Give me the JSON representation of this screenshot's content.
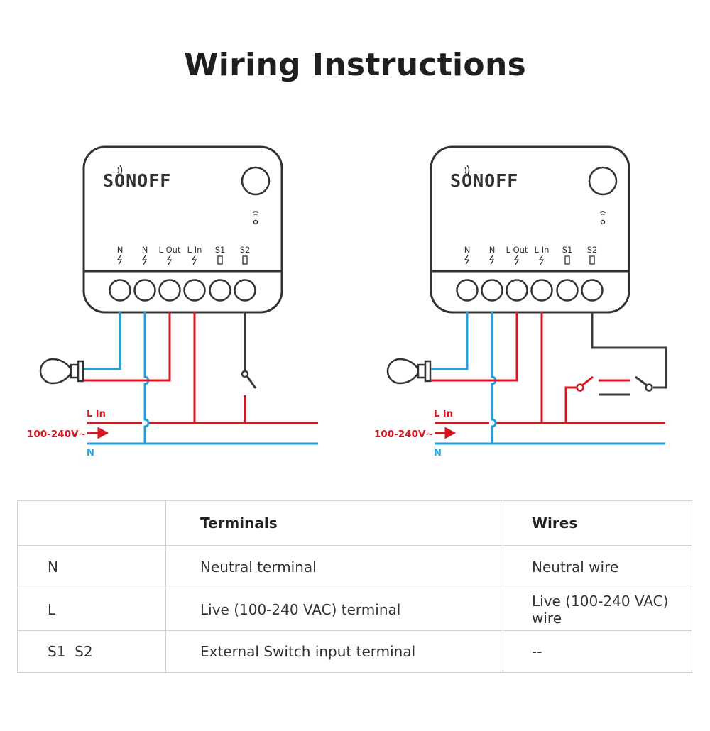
{
  "title": "Wiring Instructions",
  "colors": {
    "live": "#d9161f",
    "neutral": "#1fa0e0",
    "switch": "#3a3a3a",
    "outline": "#333333"
  },
  "diagrams": [
    {
      "logo": "SONOFF",
      "terminals": [
        {
          "label": "N",
          "symbol": "bolt-icon"
        },
        {
          "label": "N",
          "symbol": "bolt-icon"
        },
        {
          "label": "L Out",
          "symbol": "bolt-icon"
        },
        {
          "label": "L In",
          "symbol": "bolt-icon"
        },
        {
          "label": "S1",
          "symbol": "switch-contact-icon"
        },
        {
          "label": "S2",
          "symbol": "switch-contact-icon"
        }
      ],
      "line_label": "L In",
      "voltage_label": "100-240V~",
      "neutral_label": "N",
      "switch_type": "single switch"
    },
    {
      "logo": "SONOFF",
      "terminals": [
        {
          "label": "N",
          "symbol": "bolt-icon"
        },
        {
          "label": "N",
          "symbol": "bolt-icon"
        },
        {
          "label": "L Out",
          "symbol": "bolt-icon"
        },
        {
          "label": "L In",
          "symbol": "bolt-icon"
        },
        {
          "label": "S1",
          "symbol": "switch-contact-icon"
        },
        {
          "label": "S2",
          "symbol": "switch-contact-icon"
        }
      ],
      "line_label": "L In",
      "voltage_label": "100-240V~",
      "neutral_label": "N",
      "switch_type": "two-way switch"
    }
  ],
  "table": {
    "headers": [
      "",
      "Terminals",
      "Wires"
    ],
    "rows": [
      [
        "N",
        "Neutral terminal",
        "Neutral wire"
      ],
      [
        "L",
        "Live (100-240 VAC) terminal",
        "Live (100-240 VAC) wire"
      ],
      [
        "S1  S2",
        "External Switch input terminal",
        "--"
      ]
    ]
  }
}
